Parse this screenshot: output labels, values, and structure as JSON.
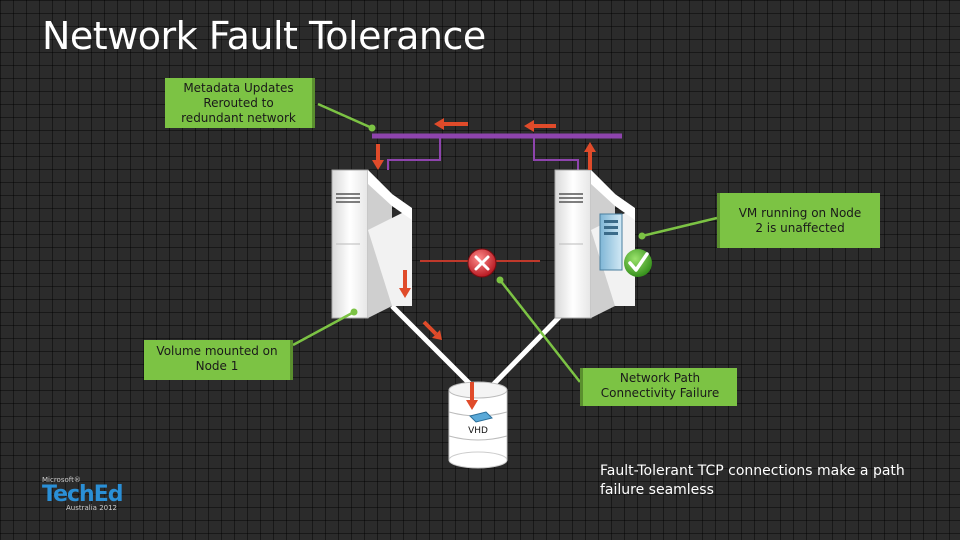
{
  "slide": {
    "title": "Network Fault Tolerance"
  },
  "callouts": {
    "metadata": [
      "Metadata Updates",
      "Rerouted to",
      "redundant network"
    ],
    "vm": [
      "VM running on Node",
      "2 is unaffected"
    ],
    "volume": [
      "Volume mounted on",
      "Node 1"
    ],
    "network_path": [
      "Network Path",
      "Connectivity Failure"
    ]
  },
  "storage": {
    "label": "VHD"
  },
  "footer_note": "Fault-Tolerant TCP connections make a path failure seamless",
  "logo": {
    "line1": "Microsoft®",
    "line2": "TechEd",
    "line3": "Australia 2012"
  },
  "colors": {
    "callout_fill": "#7cc344",
    "connector": "#7cc344",
    "redundant_network": "#8e44ad",
    "arrow": "#e04b2a",
    "failure_link": "#c0392b",
    "brand": "#2a8fd6"
  },
  "icons": [
    "server-icon",
    "vm-icon",
    "checkmark-icon",
    "error-x-icon",
    "disk-icon"
  ]
}
